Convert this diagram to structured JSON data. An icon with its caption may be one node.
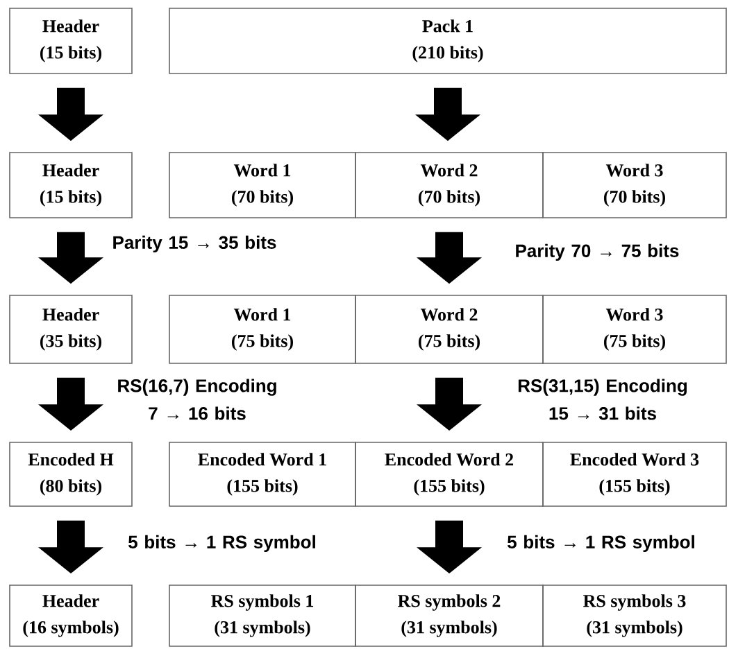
{
  "diagram": {
    "nodes": [
      {
        "text": [
          "Header",
          "(15 bits)"
        ]
      },
      {
        "text": [
          "Pack 1",
          "(210 bits)"
        ]
      },
      {
        "text": [
          "Header",
          "(15 bits)"
        ]
      },
      {
        "text": [
          "Word 1",
          "(70 bits)"
        ]
      },
      {
        "text": [
          "Word 2",
          "(70 bits)"
        ]
      },
      {
        "text": [
          "Word 3",
          "(70 bits)"
        ]
      },
      {
        "text": [
          "Header",
          "(35 bits)"
        ]
      },
      {
        "text": [
          "Word 1",
          "(75 bits)"
        ]
      },
      {
        "text": [
          "Word 2",
          "(75 bits)"
        ]
      },
      {
        "text": [
          "Word 3",
          "(75 bits)"
        ]
      },
      {
        "text": [
          "Encoded H",
          "(80 bits)"
        ]
      },
      {
        "text": [
          "Encoded Word 1",
          "(155 bits)"
        ]
      },
      {
        "text": [
          "Encoded Word 2",
          "(155 bits)"
        ]
      },
      {
        "text": [
          "Encoded Word 3",
          "(155 bits)"
        ]
      },
      {
        "text": [
          "Header",
          "(16 symbols)"
        ]
      },
      {
        "text": [
          "RS symbols 1",
          "(31 symbols)"
        ]
      },
      {
        "text": [
          "RS symbols 2",
          "(31 symbols)"
        ]
      },
      {
        "text": [
          "RS symbols 3",
          "(31 symbols)"
        ]
      }
    ],
    "edges": [
      {
        "from": 0,
        "to": 2,
        "arrow": "to"
      },
      {
        "from": 1,
        "to": 4,
        "arrow": "to"
      },
      {
        "from": 2,
        "to": 6,
        "arrow": "to",
        "label": "Parity 15 → 35 bits"
      },
      {
        "from": 4,
        "to": 8,
        "arrow": "to",
        "label": "Parity 70 → 75 bits"
      },
      {
        "from": 6,
        "to": 10,
        "arrow": "to",
        "label": "RS(16,7) Encoding 7 → 16 bits"
      },
      {
        "from": 8,
        "to": 12,
        "arrow": "to",
        "label": "RS(31,15) Encoding 15 → 31 bits"
      },
      {
        "from": 10,
        "to": 14,
        "arrow": "to",
        "label": "5 bits → 1 RS symbol"
      },
      {
        "from": 12,
        "to": 16,
        "arrow": "to",
        "label": "5 bits → 1 RS symbol"
      }
    ]
  }
}
